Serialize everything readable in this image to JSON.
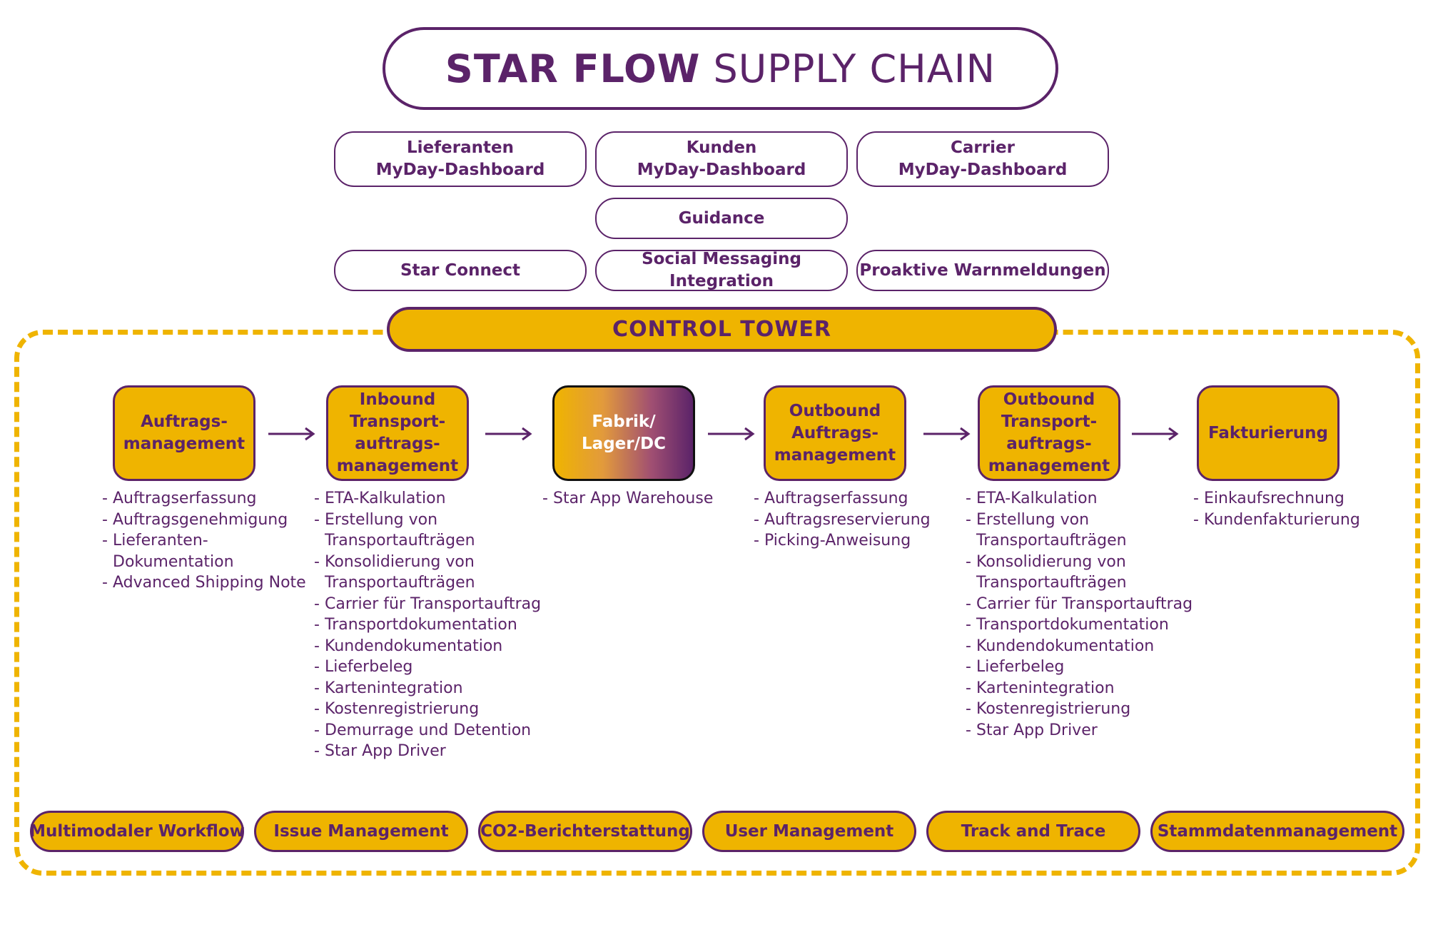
{
  "title": {
    "bold": "STAR FLOW",
    "regular": "SUPPLY CHAIN"
  },
  "dashboards": [
    {
      "lines": [
        "Lieferanten",
        "MyDay-Dashboard"
      ]
    },
    {
      "lines": [
        "Kunden",
        "MyDay-Dashboard"
      ]
    },
    {
      "lines": [
        "Carrier",
        "MyDay-Dashboard"
      ]
    }
  ],
  "guidance": "Guidance",
  "features": [
    "Star Connect",
    "Social Messaging Integration",
    "Proaktive Warnmeldungen"
  ],
  "control_tower": "CONTROL TOWER",
  "steps": [
    {
      "lines": [
        "Auftrags-",
        "management"
      ],
      "items": [
        "Auftragserfassung",
        "Auftragsgenehmigung",
        "Lieferanten-\nDokumentation",
        "Advanced Shipping Note"
      ]
    },
    {
      "lines": [
        "Inbound",
        "Transport-",
        "auftrags-",
        "management"
      ],
      "items": [
        "ETA-Kalkulation",
        "Erstellung von\nTransportaufträgen",
        "Konsolidierung von\nTransportaufträgen",
        "Carrier für Transportauftrag",
        "Transportdokumentation",
        "Kundendokumentation",
        "Lieferbeleg",
        "Kartenintegration",
        "Kostenregistrierung",
        "Demurrage und Detention",
        "Star App Driver"
      ]
    },
    {
      "lines": [
        "Fabrik/",
        "Lager/DC"
      ],
      "items": [
        "Star App Warehouse"
      ]
    },
    {
      "lines": [
        "Outbound",
        "Auftrags-",
        "management"
      ],
      "items": [
        "Auftragserfassung",
        "Auftragsreservierung",
        "Picking-Anweisung"
      ]
    },
    {
      "lines": [
        "Outbound",
        "Transport-",
        "auftrags-",
        "management"
      ],
      "items": [
        "ETA-Kalkulation",
        "Erstellung von\nTransportaufträgen",
        "Konsolidierung von\nTransportaufträgen",
        "Carrier für Transportauftrag",
        "Transportdokumentation",
        "Kundendokumentation",
        "Lieferbeleg",
        "Kartenintegration",
        "Kostenregistrierung",
        "Star App Driver"
      ]
    },
    {
      "lines": [
        "Fakturierung"
      ],
      "items": [
        "Einkaufsrechnung",
        "Kundenfakturierung"
      ]
    }
  ],
  "modules": [
    "Multimodaler Workflow",
    "Issue Management",
    "CO2-Berichterstattung",
    "User Management",
    "Track and Trace",
    "Stammdatenmanagement"
  ],
  "list_dash": "-",
  "colors": {
    "purple": "#5b2369",
    "gold": "#efb400",
    "white": "#ffffff"
  }
}
